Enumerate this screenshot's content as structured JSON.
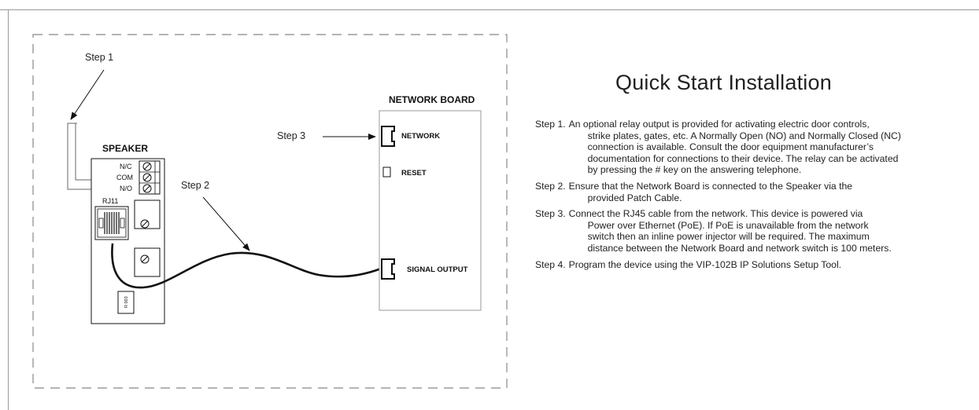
{
  "diagram": {
    "step1_label": "Step 1",
    "step2_label": "Step 2",
    "step3_label": "Step 3",
    "speaker": {
      "title": "SPEAKER",
      "terminals": [
        "N/C",
        "COM",
        "N/O"
      ],
      "rj11_label": "RJ11",
      "component_label": "R 003"
    },
    "network_board": {
      "title": "NETWORK BOARD",
      "network_label": "NETWORK",
      "reset_label": "RESET",
      "signal_output_label": "SIGNAL OUTPUT"
    }
  },
  "instructions": {
    "title": "Quick Start Installation",
    "steps": [
      {
        "num": "Step 1.",
        "first": "An optional relay output is provided for activating electric door controls,",
        "rest": [
          "strike plates, gates, etc.  A Normally Open (NO) and Normally Closed (NC)",
          "connection is available. Consult the door equipment manufacturer’s",
          "documentation for connections to their device.  The relay can be activated",
          "by pressing the # key on the answering telephone."
        ]
      },
      {
        "num": "Step 2.",
        "first": "Ensure that the Network Board is connected to the Speaker via the",
        "rest": [
          "provided Patch Cable."
        ]
      },
      {
        "num": "Step 3.",
        "first": "Connect the RJ45 cable from the network.  This device is powered via",
        "rest": [
          "Power over Ethernet (PoE).  If PoE is unavailable from the network",
          "switch then an inline power injector will be required.  The maximum",
          "distance between the Network Board and network switch is 100 meters."
        ]
      },
      {
        "num": "Step 4.",
        "first": "Program the device using the VIP-102B IP Solutions Setup Tool.",
        "rest": []
      }
    ]
  }
}
